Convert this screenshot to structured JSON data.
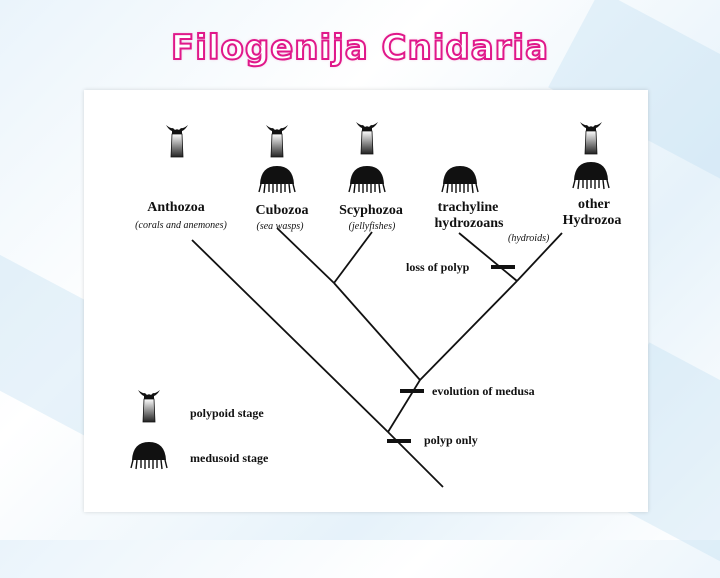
{
  "title": "Filogenija Cnidaria",
  "taxa": [
    {
      "name": "Anthozoa",
      "common": "(corals and anemones)"
    },
    {
      "name": "Cubozoa",
      "common": "(sea wasps)"
    },
    {
      "name": "Scyphozoa",
      "common": "(jellyfishes)"
    },
    {
      "name_line1": "trachyline",
      "name_line2": "hydrozoans"
    },
    {
      "name_line1": "other",
      "name_line2": "Hydrozoa",
      "common": "(hydroids)"
    }
  ],
  "characters": {
    "loss_of_polyp": "loss of polyp",
    "evolution_of_medusa": "evolution of medusa",
    "polyp_only": "polyp only"
  },
  "legend": {
    "polypoid": "polypoid stage",
    "medusoid": "medusoid stage"
  },
  "icons": {
    "polyp": "polyp-icon",
    "medusa": "medusa-icon"
  }
}
